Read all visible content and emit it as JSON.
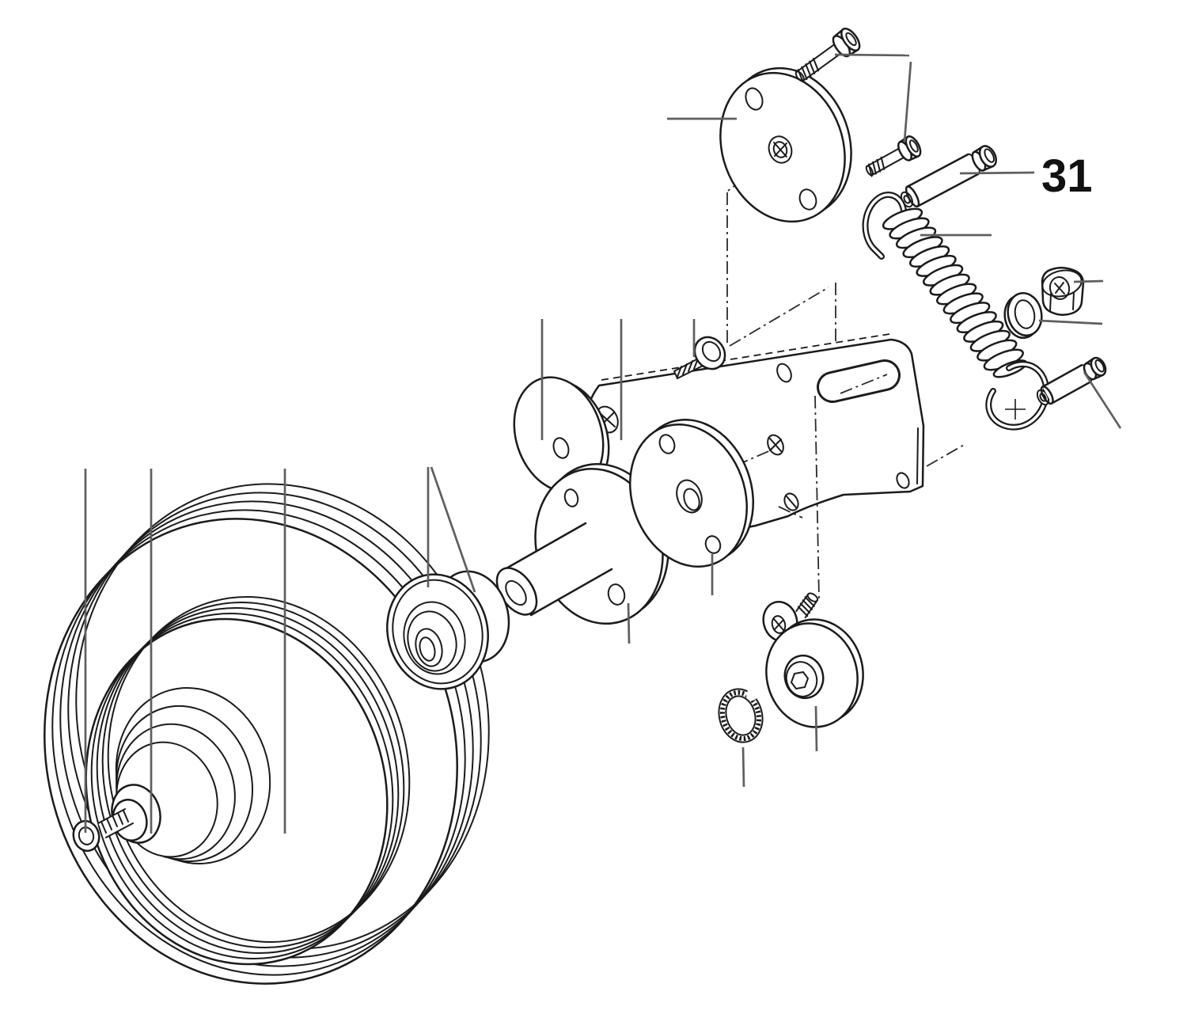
{
  "diagram": {
    "type": "exploded-parts-drawing",
    "subject": "belt tensioner pulley assembly",
    "callout_label": "31",
    "background_color": "#ffffff",
    "line_color": "#1b1b1b",
    "leader_line_color": "#5f5f5f",
    "axis_line_color": "#2a2a2a"
  }
}
